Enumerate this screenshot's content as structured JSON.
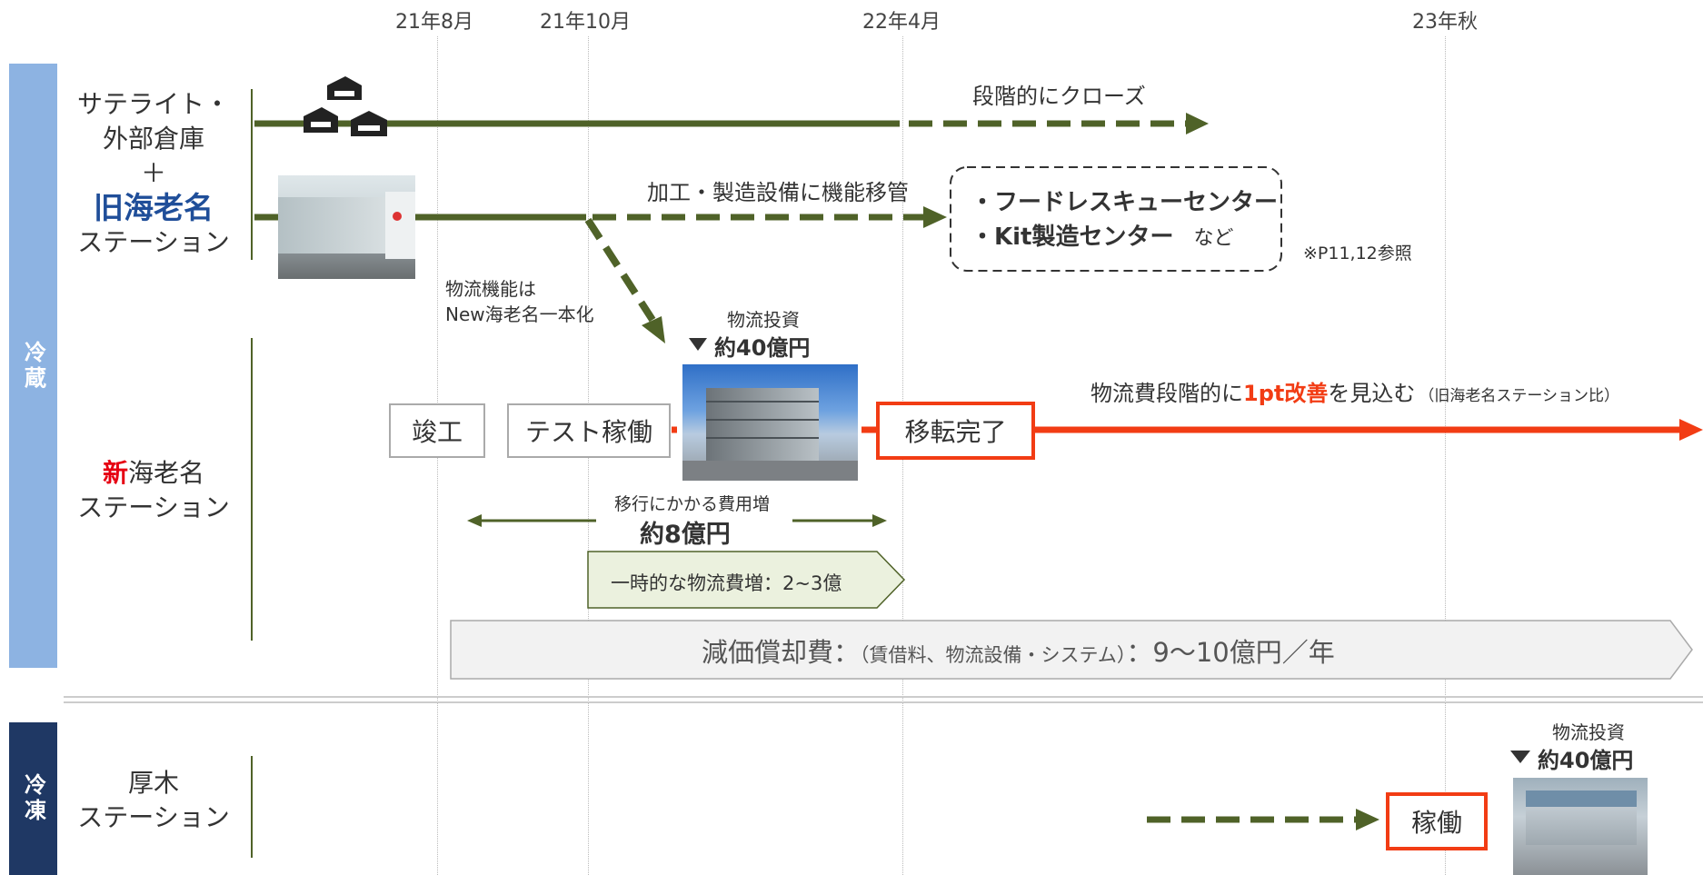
{
  "timeline": [
    {
      "label": "21年8月"
    },
    {
      "label": "21年10月"
    },
    {
      "label": "22年4月"
    },
    {
      "label": "23年秋"
    }
  ],
  "sections": {
    "refrigerated": "冷蔵",
    "frozen": "冷凍"
  },
  "rows": {
    "satellite": {
      "line1": "サテライト・",
      "line2": "外部倉庫",
      "plus": "＋",
      "old_name": "旧海老名",
      "station": "ステーション"
    },
    "new_ebina": {
      "prefix": "新",
      "name": "海老名",
      "station": "ステーション"
    },
    "atsugi": {
      "name": "厚木",
      "station": "ステーション"
    }
  },
  "annotations": {
    "phase_close": "段階的にクローズ",
    "transfer": "加工・製造設備に機能移管",
    "centers_line1": "・フードレスキューセンター",
    "centers_line2": "・Kit製造センター",
    "centers_suffix": "など",
    "reference": "※P11,12参照",
    "logistics_line1": "物流機能は",
    "logistics_line2": "New海老名一本化",
    "invest_label": "物流投資",
    "invest_amount": "約40億円",
    "improve_prefix": "物流費段階的に",
    "improve_highlight": "1pt改善",
    "improve_suffix": "を見込む",
    "improve_note": "（旧海老名ステーション比）",
    "migration_cost_label": "移行にかかる費用増",
    "migration_cost_amount": "約8億円",
    "temp_increase": "一時的な物流費増：2~3億",
    "depreciation_main": "減価償却費：",
    "depreciation_detail": "（賃借料、物流設備・システム）",
    "depreciation_amount": "：9～10億円／年",
    "frozen_invest_label": "物流投資",
    "frozen_invest_amount": "約40億円"
  },
  "milestones": {
    "completion": "竣工",
    "test_run": "テスト稼働",
    "relocation_done": "移転完了",
    "operation": "稼働"
  },
  "colors": {
    "olive": "#4f6228",
    "red": "#f23c14",
    "sidebar_light": "#8db3e2",
    "sidebar_dark": "#1f3864",
    "old_name_blue": "#1f4e99",
    "new_red": "#e60012"
  }
}
